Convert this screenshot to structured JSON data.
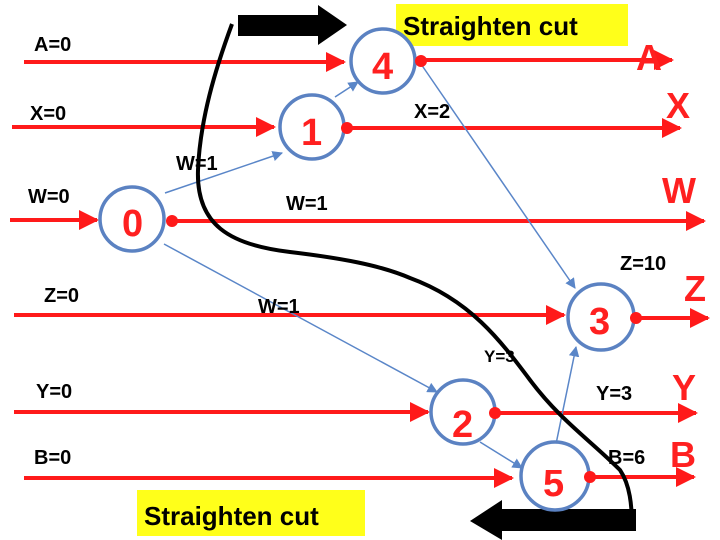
{
  "banners": {
    "top": "Straighten cut",
    "bottom": "Straighten cut"
  },
  "nodes": [
    {
      "id": "0",
      "label": "0"
    },
    {
      "id": "1",
      "label": "1"
    },
    {
      "id": "4",
      "label": "4"
    },
    {
      "id": "3",
      "label": "3"
    },
    {
      "id": "2",
      "label": "2"
    },
    {
      "id": "5",
      "label": "5"
    }
  ],
  "lines": [
    {
      "id": "A",
      "input_label": "A=0",
      "output_label": "A"
    },
    {
      "id": "X",
      "input_label": "X=0",
      "output_label": "X"
    },
    {
      "id": "W",
      "input_label": "W=0",
      "output_label": "W"
    },
    {
      "id": "Z",
      "input_label": "Z=0",
      "output_label": "Z"
    },
    {
      "id": "Y",
      "input_label": "Y=0",
      "output_label": "Y"
    },
    {
      "id": "B",
      "input_label": "B=0",
      "output_label": "B"
    }
  ],
  "value_labels": {
    "x_out": "X=2",
    "w_0_1": "W=1",
    "w_line": "W=1",
    "w_0_2": "W=1",
    "z_out": "Z=10",
    "y_cut": "Y=3",
    "y_out": "Y=3",
    "b_out": "B=6"
  },
  "colors": {
    "wire": "#ff1a1a",
    "edge": "#5a86c8",
    "node_border": "#5b82c2",
    "node_text": "#ff2020",
    "cut_curve": "#000000",
    "banner_bg": "#ffff1a",
    "arrow_fill": "#000000"
  }
}
